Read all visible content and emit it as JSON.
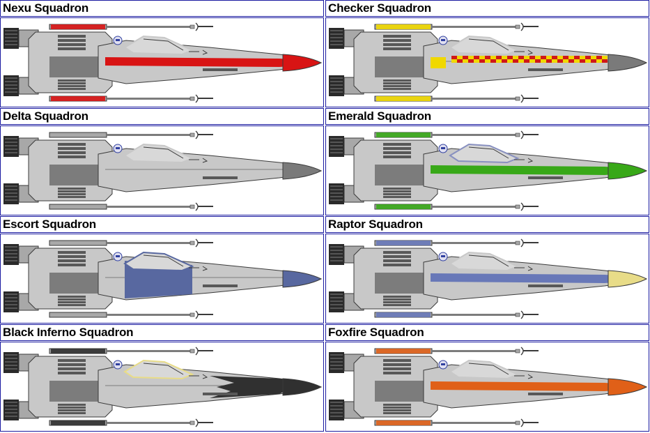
{
  "panels": [
    {
      "title": "Nexu Squadron",
      "accent": "#d81414",
      "accent_dark": "#8e0c0c",
      "nose": "#d81414",
      "canopy_trim": "#c8c8c8",
      "pattern": "stripe"
    },
    {
      "title": "Checker Squadron",
      "accent": "#f0d800",
      "accent_dark": "#d01818",
      "nose": "#7a7a7a",
      "canopy_trim": "#c8c8c8",
      "pattern": "checker"
    },
    {
      "title": "Delta Squadron",
      "accent": "#9a9a9a",
      "accent_dark": "#6e6e6e",
      "nose": "#7a7a7a",
      "canopy_trim": "#c8c8c8",
      "pattern": "plain"
    },
    {
      "title": "Emerald Squadron",
      "accent": "#38a818",
      "accent_dark": "#207010",
      "nose": "#38a818",
      "canopy_trim": "#8890c0",
      "pattern": "stripe"
    },
    {
      "title": "Escort Squadron",
      "accent": "#5868a0",
      "accent_dark": "#3a4878",
      "nose": "#5868a0",
      "canopy_trim": "#5868a0",
      "pattern": "block"
    },
    {
      "title": "Raptor Squadron",
      "accent": "#6878b8",
      "accent_dark": "#4a58a0",
      "nose": "#e8dc88",
      "canopy_trim": "#c8c8c8",
      "pattern": "stripe"
    },
    {
      "title": "Black Inferno Squadron",
      "accent": "#303030",
      "accent_dark": "#101010",
      "nose": "#303030",
      "canopy_trim": "#e8dc88",
      "pattern": "flame"
    },
    {
      "title": "Foxfire Squadron",
      "accent": "#e06018",
      "accent_dark": "#b04010",
      "nose": "#e06018",
      "canopy_trim": "#c8c8c8",
      "pattern": "stripe"
    }
  ]
}
